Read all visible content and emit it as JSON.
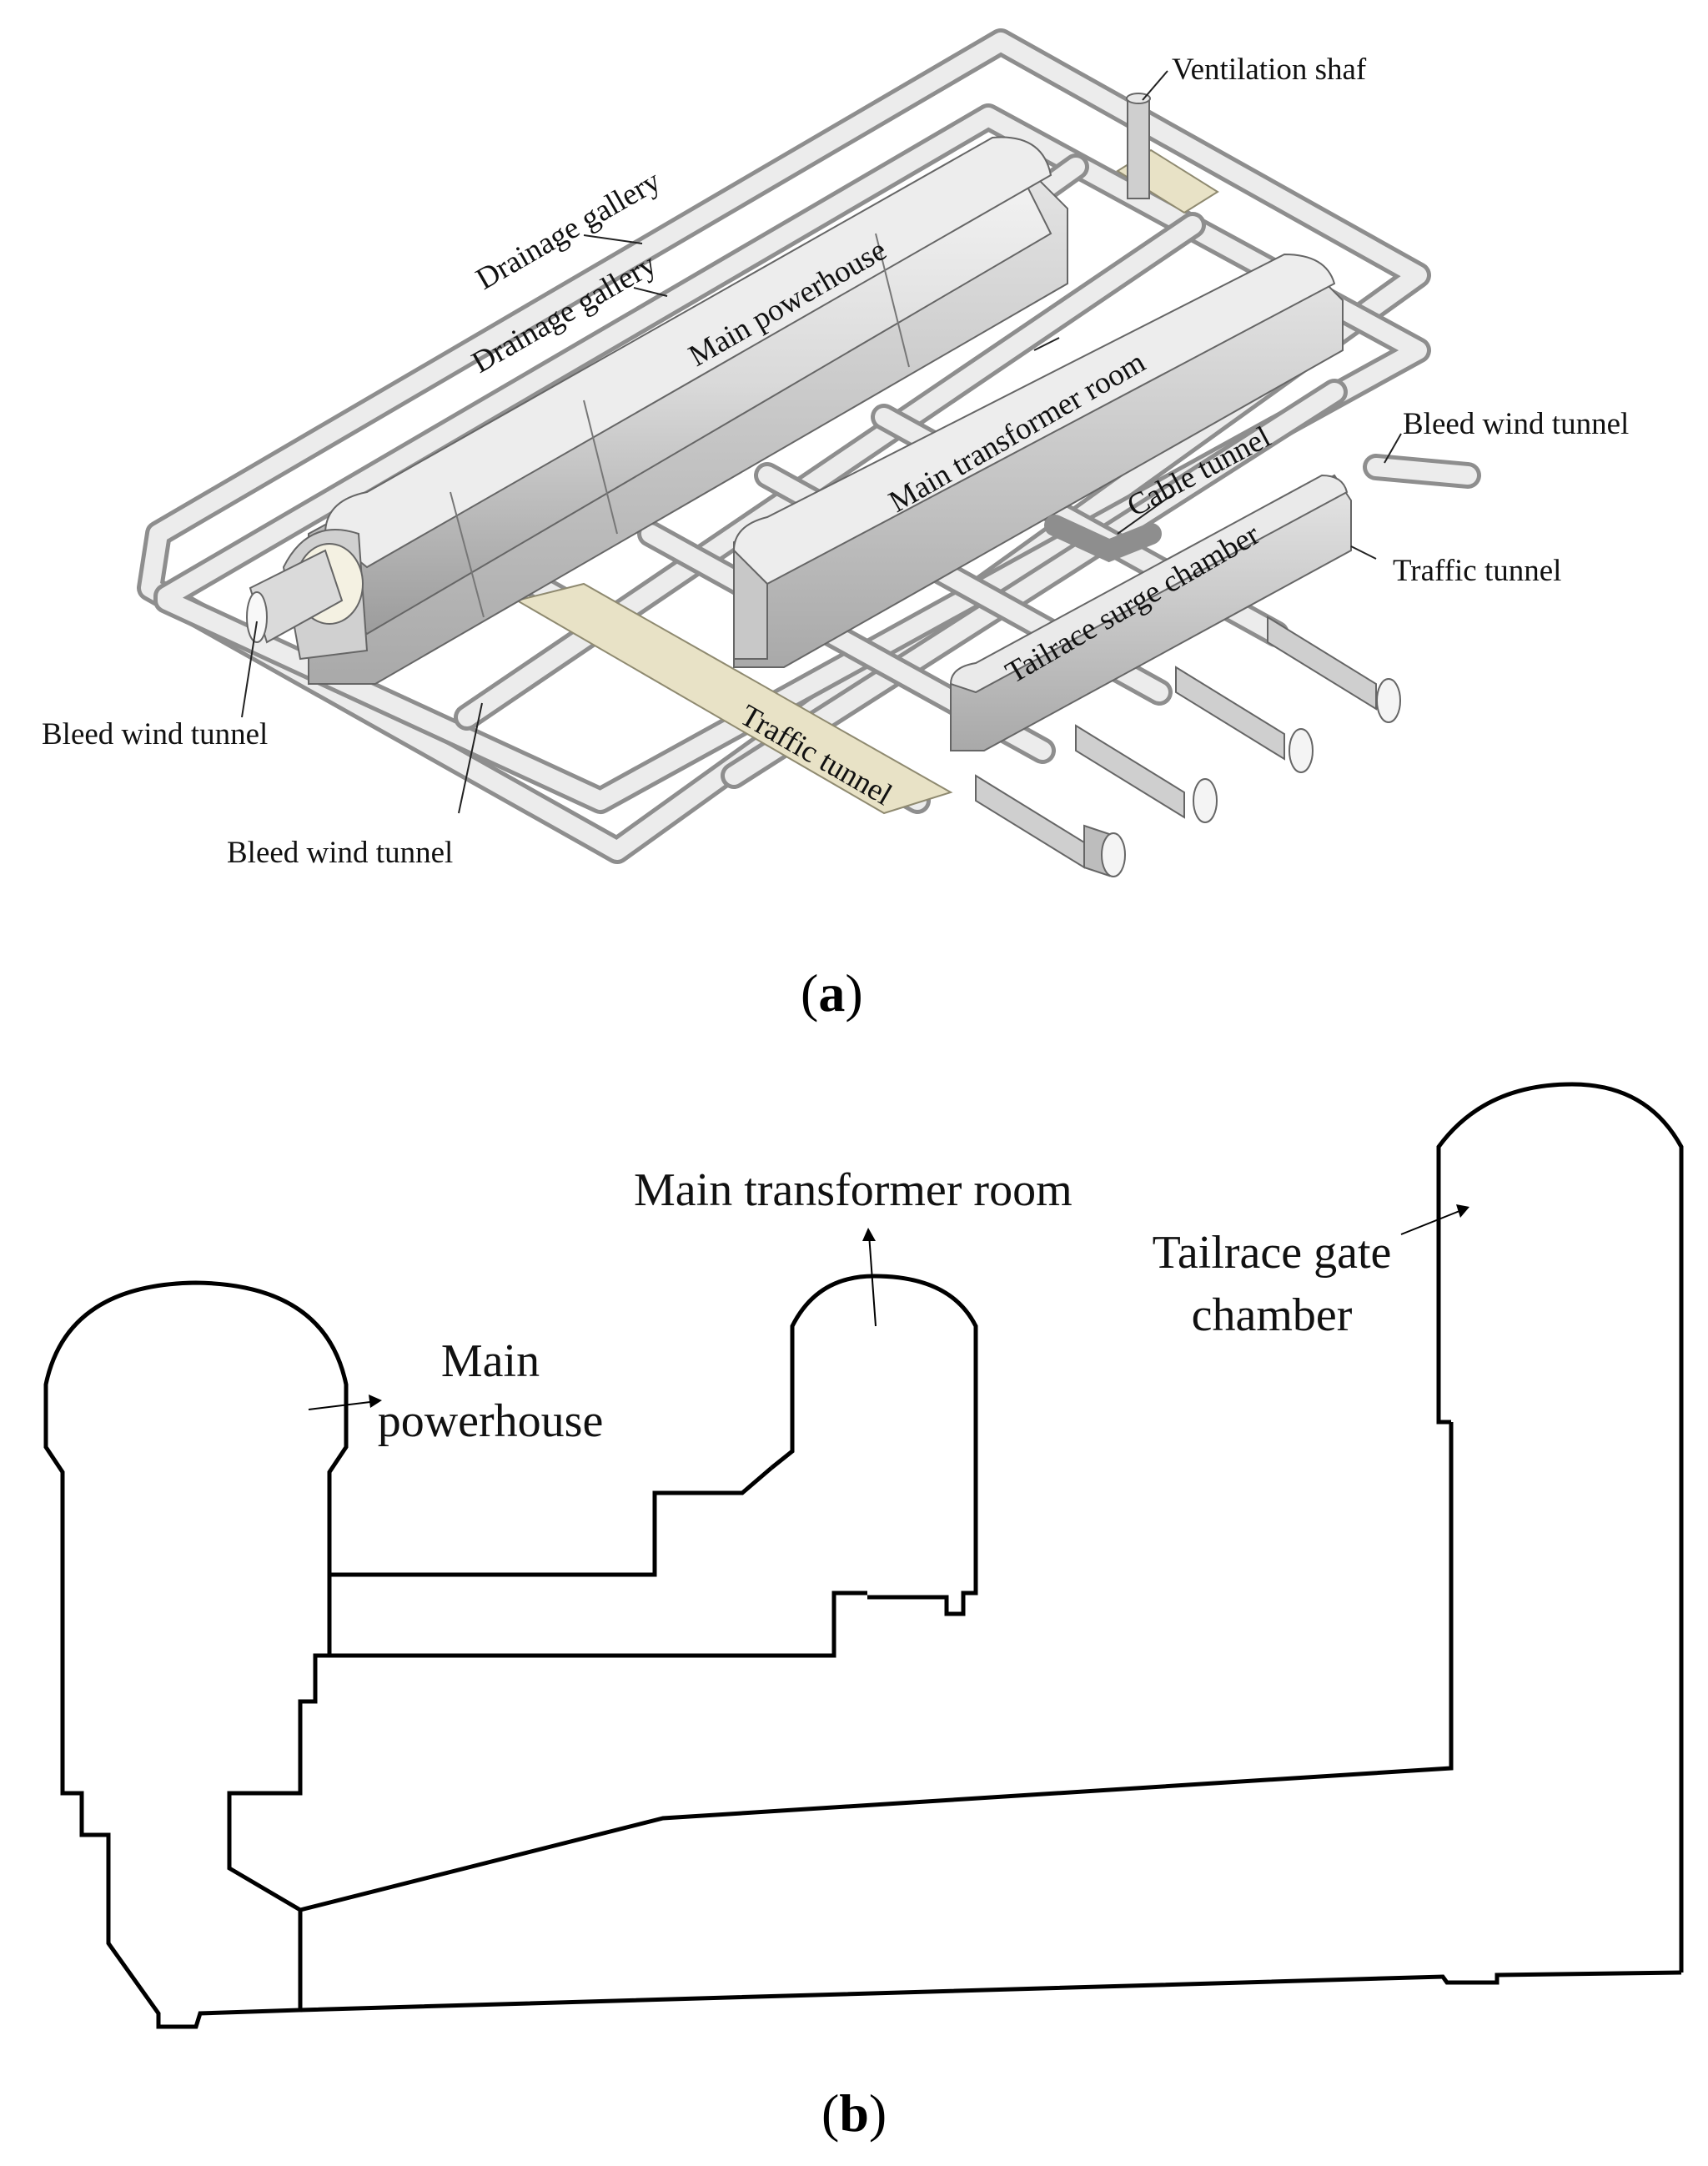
{
  "panel_a": {
    "label": "a",
    "labels": {
      "ventilation_shaft": "Ventilation shaf",
      "drainage_gallery_outer": "Drainage gallery",
      "drainage_gallery_inner": "Drainage gallery",
      "main_powerhouse": "Main powerhouse",
      "main_transformer_room": "Main transformer room",
      "bleed_wind_tunnel_right": "Bleed wind tunnel",
      "cable_tunnel": "Cable tunnel",
      "tailrace_surge_chamber": "Tailrace surge chamber",
      "traffic_tunnel_right": "Traffic tunnel",
      "bleed_wind_tunnel_left": "Bleed wind tunnel",
      "bleed_wind_tunnel_bottom": "Bleed wind tunnel",
      "traffic_tunnel_center": "Traffic tunnel"
    }
  },
  "panel_b": {
    "label": "b",
    "labels": {
      "main_transformer_room": "Main transformer room",
      "tailrace_gate_line1": "Tailrace gate",
      "tailrace_gate_line2": "chamber",
      "main_powerhouse_line1": "Main",
      "main_powerhouse_line2": "powerhouse"
    }
  }
}
